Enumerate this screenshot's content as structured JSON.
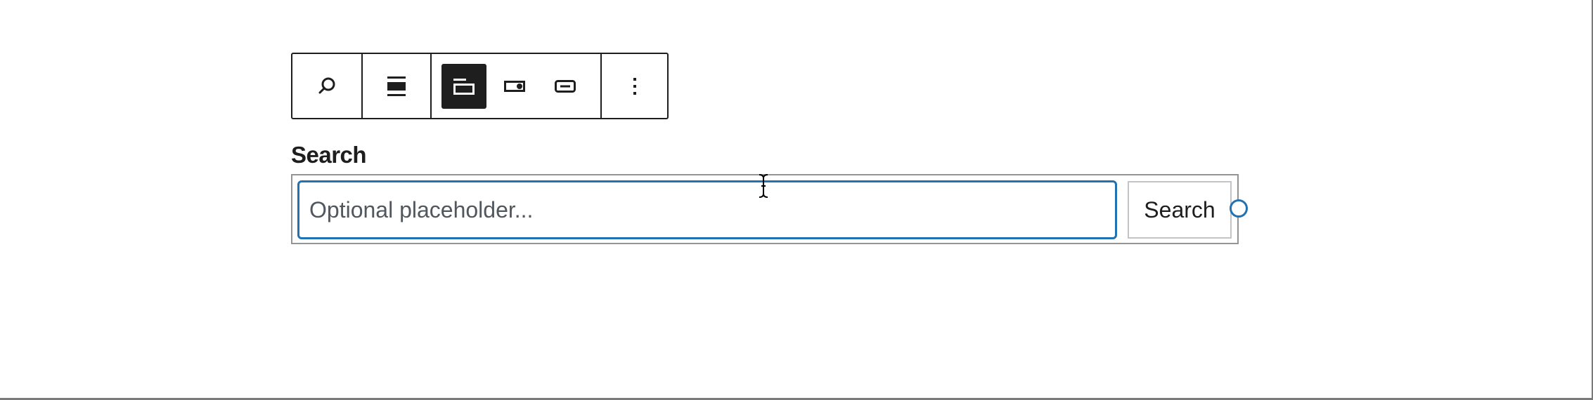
{
  "toolbar": {
    "groups": [
      {
        "items": [
          {
            "name": "block-type-search",
            "icon": "search-icon",
            "active": false
          }
        ]
      },
      {
        "items": [
          {
            "name": "align",
            "icon": "align-wide-icon",
            "active": false
          }
        ]
      },
      {
        "items": [
          {
            "name": "label-position-toggle",
            "icon": "label-above-input-icon",
            "active": true
          },
          {
            "name": "button-position",
            "icon": "button-inside-toggle-icon",
            "active": false
          },
          {
            "name": "button-only",
            "icon": "button-only-icon",
            "active": false
          }
        ]
      },
      {
        "items": [
          {
            "name": "options",
            "icon": "more-vertical-icon",
            "active": false
          }
        ]
      }
    ],
    "colors": {
      "border": "#1e1e1e",
      "active_bg": "#1e1e1e",
      "active_fg": "#ffffff"
    }
  },
  "search_block": {
    "label": "Search",
    "input": {
      "value": "",
      "placeholder": "Optional placeholder..."
    },
    "button_label": "Search",
    "colors": {
      "focus_border": "#2271b1",
      "wrapper_border": "#949494",
      "button_border": "#c3c4c7",
      "placeholder": "#50575e",
      "resize_handle": "#2271b1"
    }
  }
}
